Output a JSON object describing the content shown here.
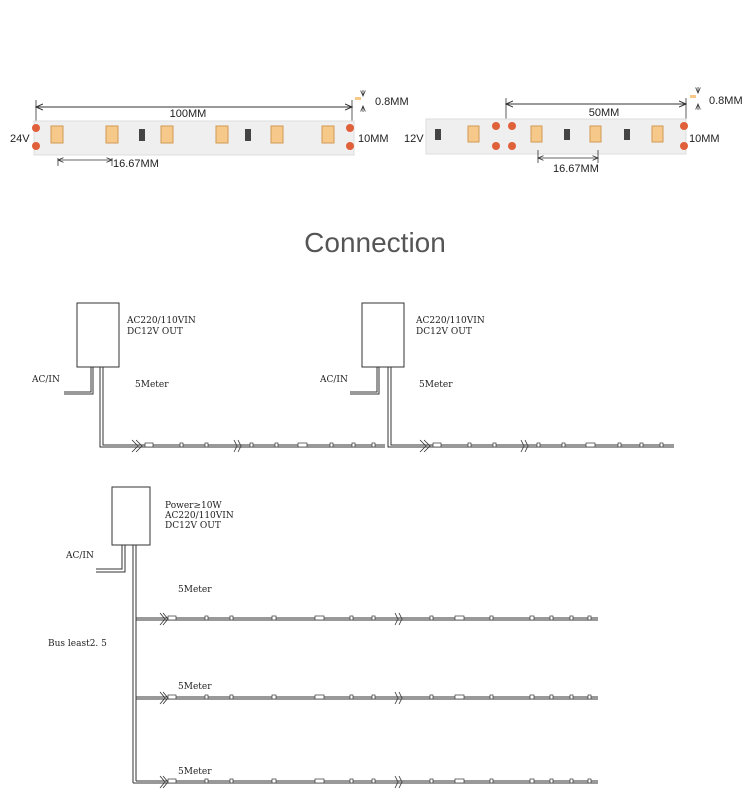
{
  "strip1": {
    "length": "100MM",
    "thickness": "0.8MM",
    "voltage": "24V",
    "width": "10MM",
    "pitch": "16.67MM"
  },
  "strip2": {
    "length": "50MM",
    "thickness": "0.8MM",
    "voltage": "12V",
    "width": "10MM",
    "pitch": "16.67MM"
  },
  "section_title": "Connection",
  "diagram_top_left": {
    "psu_lines": [
      "AC220/110VIN",
      "DC12V OUT"
    ],
    "input": "AC/IN",
    "length": "5Meter"
  },
  "diagram_top_right": {
    "psu_lines": [
      "AC220/110VIN",
      "DC12V OUT"
    ],
    "input": "AC/IN",
    "length": "5Meter"
  },
  "diagram_bottom": {
    "psu_lines": [
      "Power≥10W",
      "AC220/110VIN",
      "DC12V OUT"
    ],
    "input": "AC/IN",
    "bus_note": "Bus least2. 5",
    "branches": [
      "5Meter",
      "5Meter",
      "5Meter"
    ]
  },
  "colors": {
    "strip": "#efefef",
    "led": "#f6c98a",
    "pad": "#e0603a",
    "text": "#222222",
    "title": "#555555"
  }
}
